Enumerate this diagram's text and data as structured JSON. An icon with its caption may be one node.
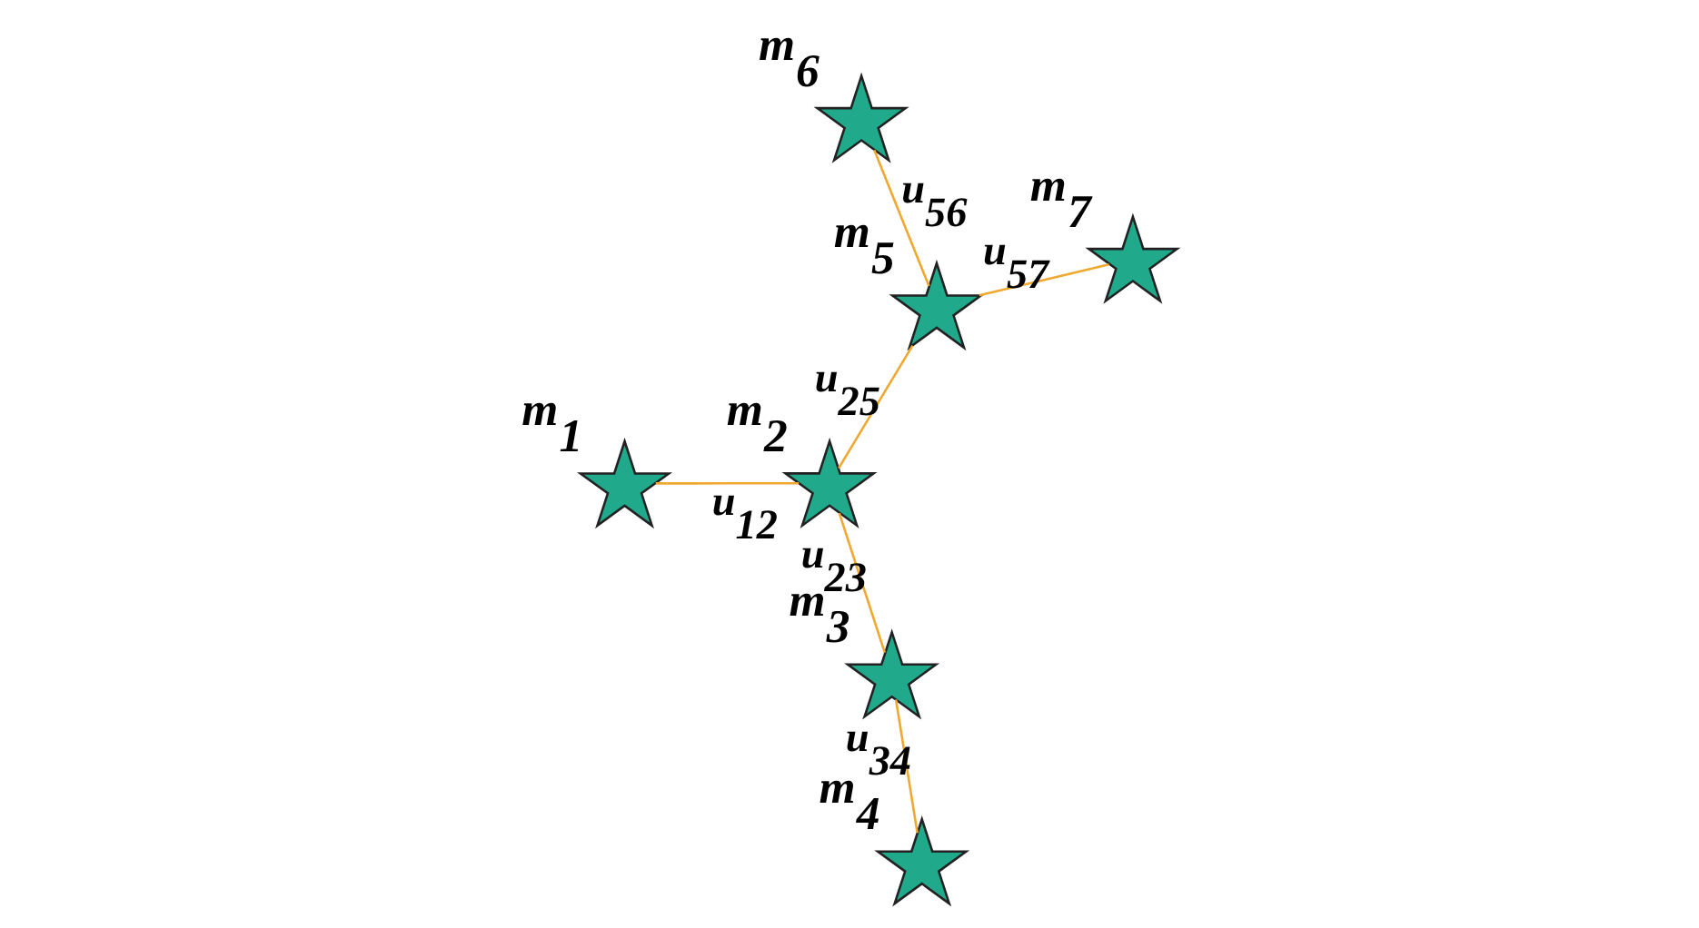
{
  "diagram": {
    "nodes": [
      {
        "text": [],
        "shape": "star",
        "beside": [
          "m$_{1}$"
        ]
      },
      {
        "text": [],
        "shape": "star",
        "beside": [
          "m$_{2}$"
        ]
      },
      {
        "text": [],
        "shape": "star",
        "beside": [
          "m$_{3}$"
        ]
      },
      {
        "text": [],
        "shape": "star",
        "beside": [
          "m$_{5}$"
        ]
      },
      {
        "text": [],
        "shape": "star",
        "beside": [
          "m$_{7}$"
        ]
      },
      {
        "text": [],
        "shape": "star",
        "beside": [
          "m$_{6}$"
        ]
      },
      {
        "text": [],
        "shape": "star",
        "beside": [
          "m$_{4}$"
        ]
      }
    ],
    "edges": [
      {
        "from": 0,
        "to": 1,
        "arrow": "none",
        "label": "u$_{12}$"
      },
      {
        "from": 1,
        "to": 2,
        "arrow": "none",
        "label": "u$_{23}$"
      },
      {
        "from": 1,
        "to": 3,
        "arrow": "none",
        "label": "u$_{25}$"
      },
      {
        "from": 2,
        "to": 6,
        "arrow": "none",
        "label": "u$_{34}$"
      },
      {
        "from": 3,
        "to": 4,
        "arrow": "none",
        "label": "u$_{57}$"
      },
      {
        "from": 3,
        "to": 5,
        "arrow": "none",
        "label": "u$_{56}$"
      }
    ]
  }
}
